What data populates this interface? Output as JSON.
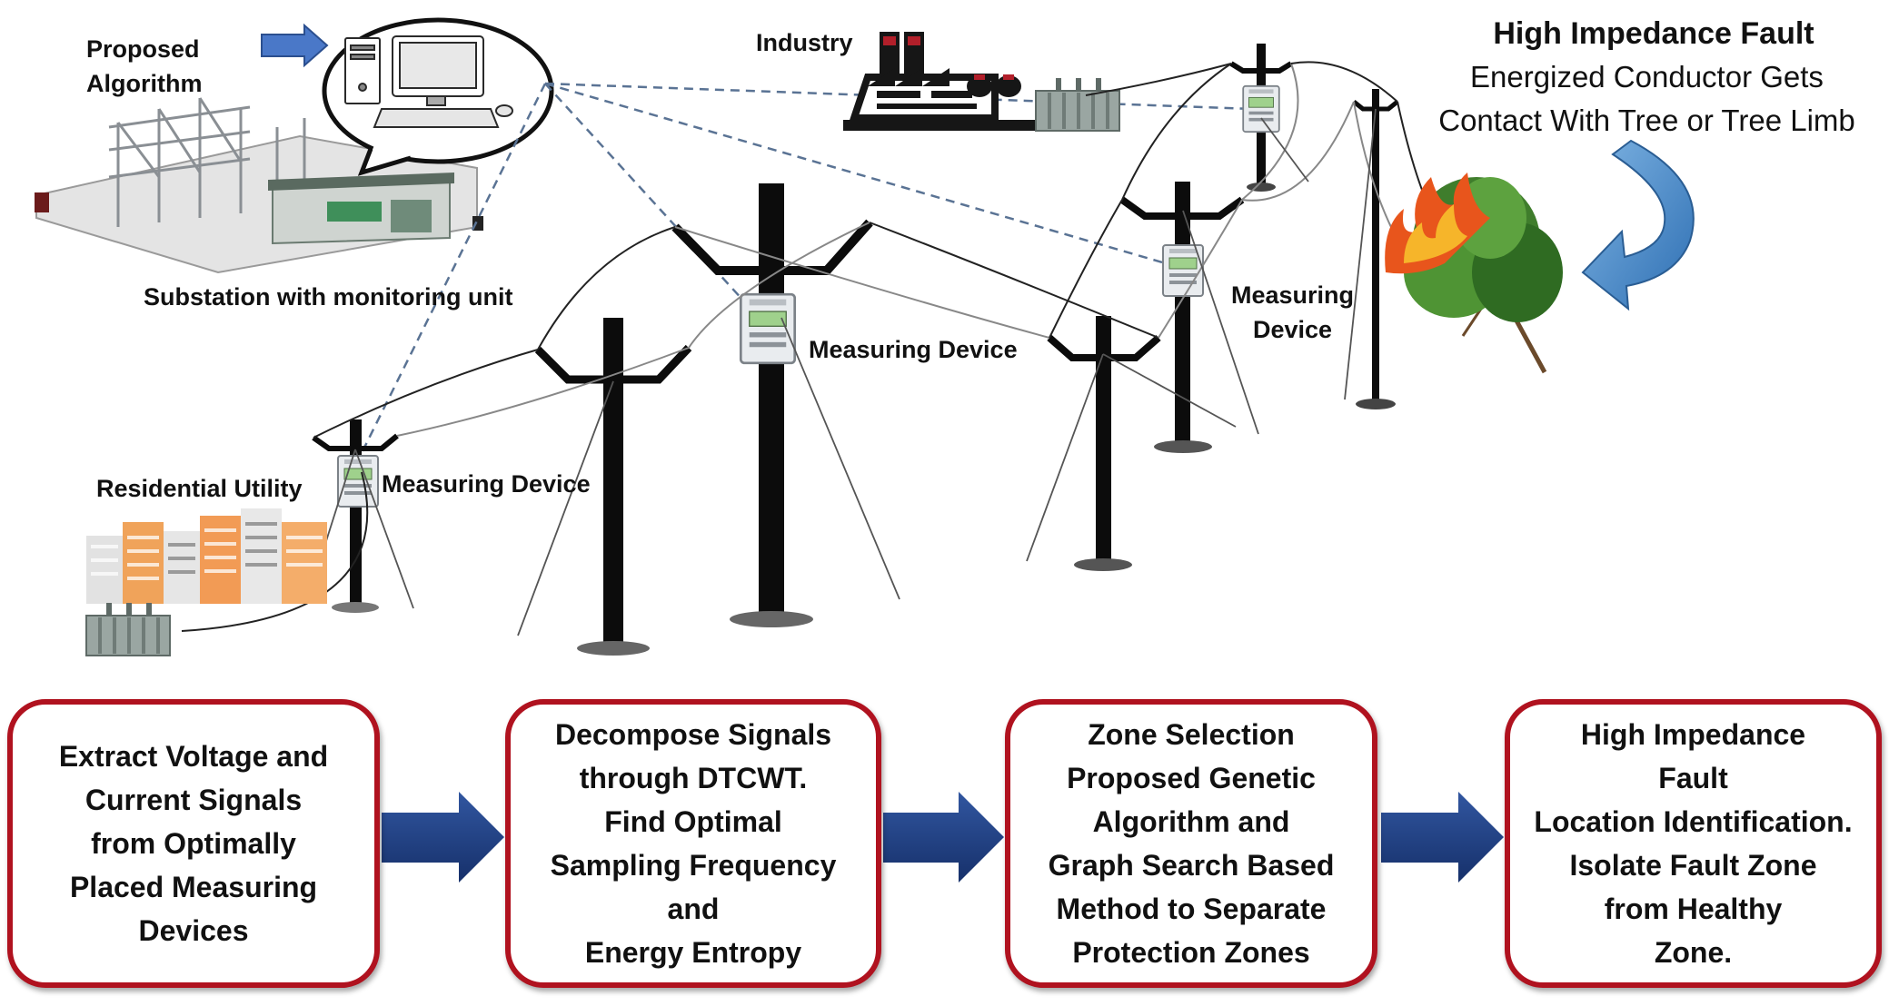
{
  "labels": {
    "proposed_algorithm": [
      "Proposed",
      "Algorithm"
    ],
    "substation": "Substation with monitoring unit",
    "industry": "Industry",
    "residential": "Residential Utility",
    "measuring_device": "Measuring Device",
    "measuring_device_split": [
      "Measuring",
      "Device"
    ]
  },
  "fault": {
    "title": "High Impedance Fault",
    "lines": [
      "Energized Conductor Gets",
      "Contact With Tree or Tree Limb"
    ]
  },
  "steps": [
    {
      "lines": [
        "Extract Voltage and",
        "Current Signals",
        "from Optimally",
        "Placed Measuring",
        "Devices"
      ]
    },
    {
      "lines": [
        "Decompose Signals",
        "through DTCWT.",
        "Find Optimal",
        "Sampling Frequency",
        "and",
        "Energy Entropy"
      ]
    },
    {
      "lines": [
        "Zone Selection",
        "Proposed Genetic",
        "Algorithm and",
        "Graph Search Based",
        "Method to Separate",
        "Protection Zones"
      ]
    },
    {
      "lines": [
        "High Impedance",
        "Fault",
        "Location Identification.",
        "Isolate Fault Zone",
        "from Healthy",
        "Zone."
      ]
    }
  ],
  "colors": {
    "box_border": "#b0121f",
    "flow_arrow": "#1f3d7a",
    "pointer_arrow": "#4472c4",
    "curved_arrow": "#3b86c6",
    "pole": "#0c0c0c",
    "dashed_link": "#5a7394"
  },
  "icons": [
    "computer-icon",
    "speech-bubble",
    "substation-illustration",
    "factory-icon",
    "apartment-buildings",
    "transformer-icon",
    "utility-pole",
    "meter-icon",
    "burning-tree-icon",
    "curved-arrow-icon",
    "flow-arrow-icon"
  ]
}
